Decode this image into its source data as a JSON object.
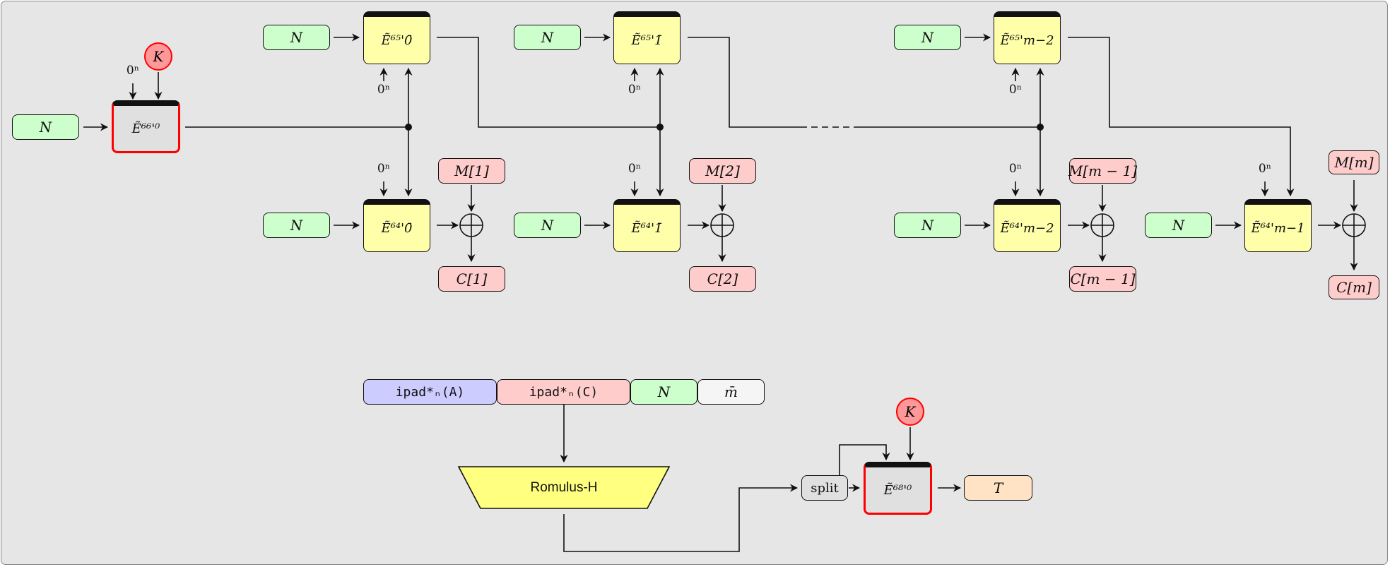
{
  "nonce_label": "N",
  "key_label": "K",
  "zero_label": "0ⁿ",
  "init_block": {
    "label": "Ẽ⁶⁶'⁰"
  },
  "upper_blocks": [
    {
      "label": "Ẽ⁶⁵'0̄"
    },
    {
      "label": "Ẽ⁶⁵'1̄"
    },
    {
      "label": "Ẽ⁶⁵'m−2"
    }
  ],
  "lower_blocks": [
    {
      "label": "Ẽ⁶⁴'0̄"
    },
    {
      "label": "Ẽ⁶⁴'1̄"
    },
    {
      "label": "Ẽ⁶⁴'m−2"
    },
    {
      "label": "Ẽ⁶⁴'m−1"
    }
  ],
  "message_blocks": [
    "M[1]",
    "M[2]",
    "M[m − 1]",
    "M[m]"
  ],
  "ciphertext_blocks": [
    "C[1]",
    "C[2]",
    "C[m − 1]",
    "C[m]"
  ],
  "xor_symbol": "⊕",
  "hash_inputs": {
    "ad": "ipad*ₙ(A)",
    "ct": "ipad*ₙ(C)",
    "nonce": "N",
    "mbar": "m̄"
  },
  "hash_function": "Romulus-H",
  "split_label": "split",
  "final_block": {
    "label": "Ẽ⁶⁸'⁰"
  },
  "tag_label": "T",
  "colors": {
    "nonce": "#ccffcc",
    "message": "#ffcccc",
    "tbc": "#ffffaa",
    "ad": "#ccccff",
    "hash": "#ffff80",
    "tag": "#ffe3c4",
    "key": "#ff9999",
    "key_border": "#ff0000"
  }
}
